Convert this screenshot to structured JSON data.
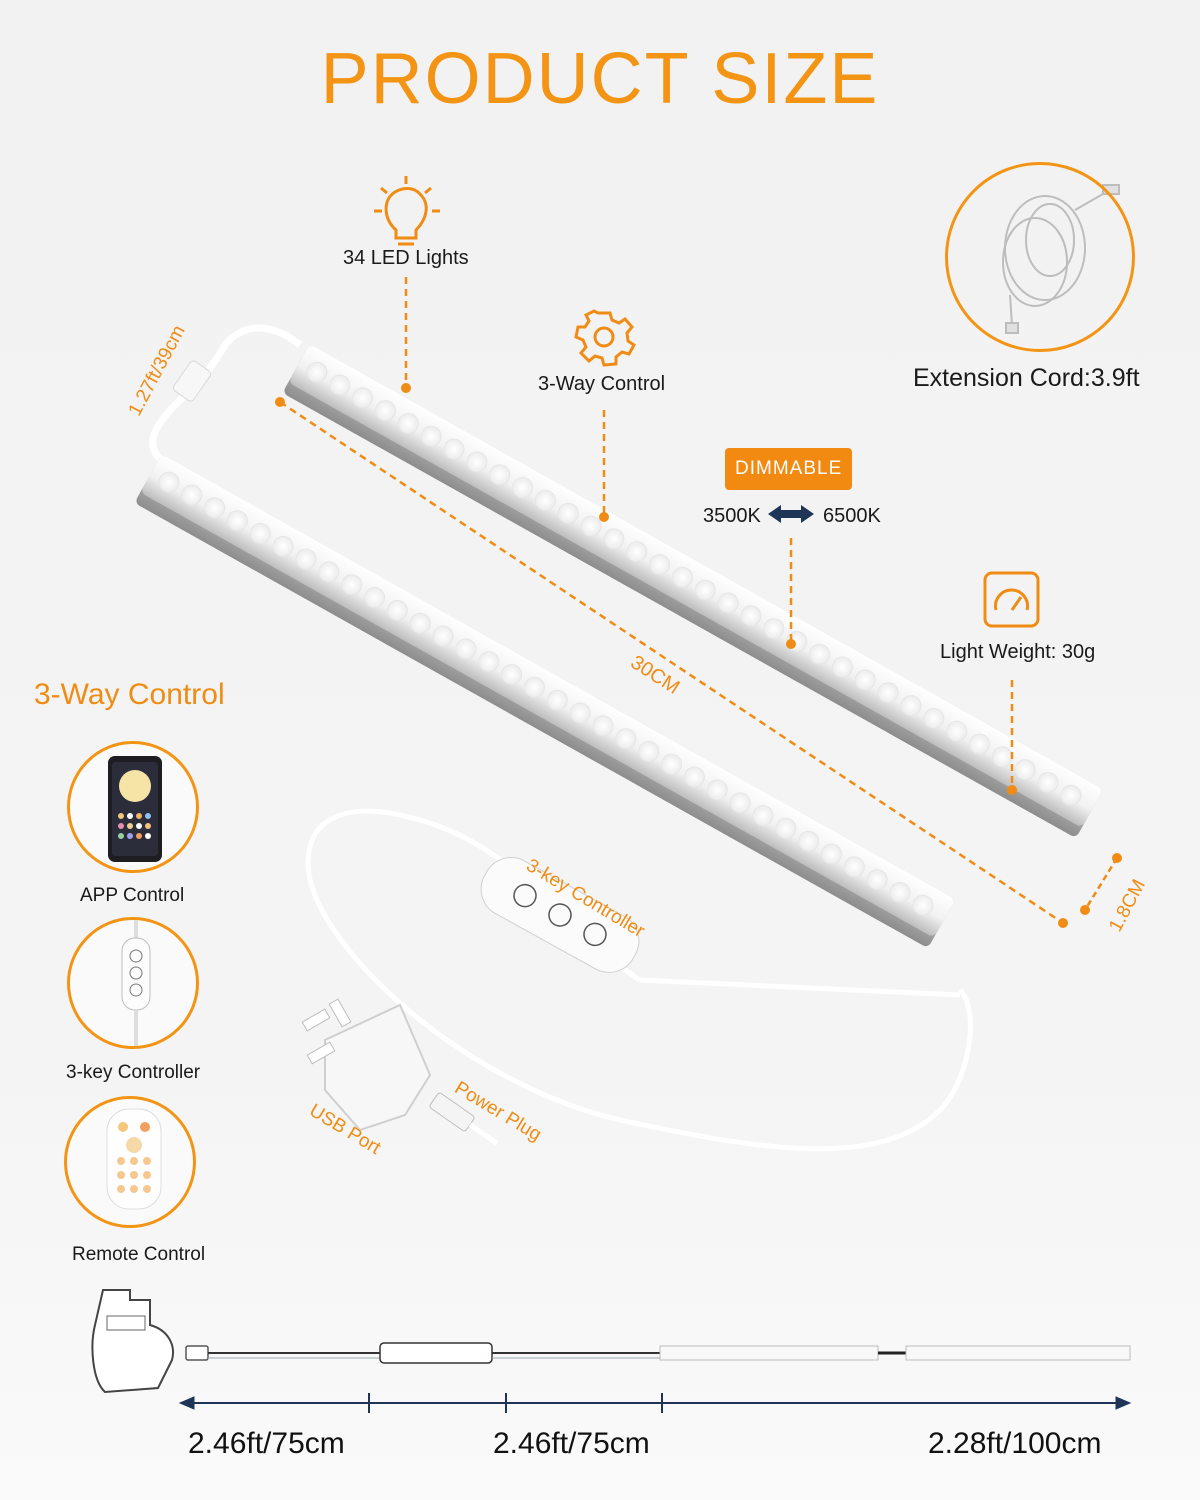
{
  "title": "PRODUCT SIZE",
  "features": {
    "led_count": "34 LED Lights",
    "control_top": "3-Way Control",
    "dimmable_badge": "DIMMABLE",
    "temp_low": "3500K",
    "temp_high": "6500K",
    "weight": "Light Weight: 30g",
    "extension": "Extension Cord:3.9ft"
  },
  "dimensions": {
    "cable_between": "1.27ft/39cm",
    "bar_length": "30CM",
    "bar_width": "1.8CM"
  },
  "accessories": {
    "controller": "3-key Controller",
    "power_plug": "Power Plug",
    "usb_port": "USB Port"
  },
  "three_way": {
    "heading": "3-Way Control",
    "items": [
      {
        "label": "APP Control",
        "icon": "smartphone-app-icon"
      },
      {
        "label": "3-key Controller",
        "icon": "inline-controller-icon"
      },
      {
        "label": "Remote Control",
        "icon": "remote-control-icon"
      }
    ]
  },
  "bottom_lengths": [
    "2.46ft/75cm",
    "2.46ft/75cm",
    "2.28ft/100cm"
  ],
  "colors": {
    "accent": "#f39414",
    "navy": "#1f3558",
    "text": "#1a1a1a"
  },
  "icons": [
    "lightbulb-icon",
    "gear-icon",
    "weight-gauge-icon",
    "extension-cord-icon",
    "uk-plug-icon"
  ]
}
